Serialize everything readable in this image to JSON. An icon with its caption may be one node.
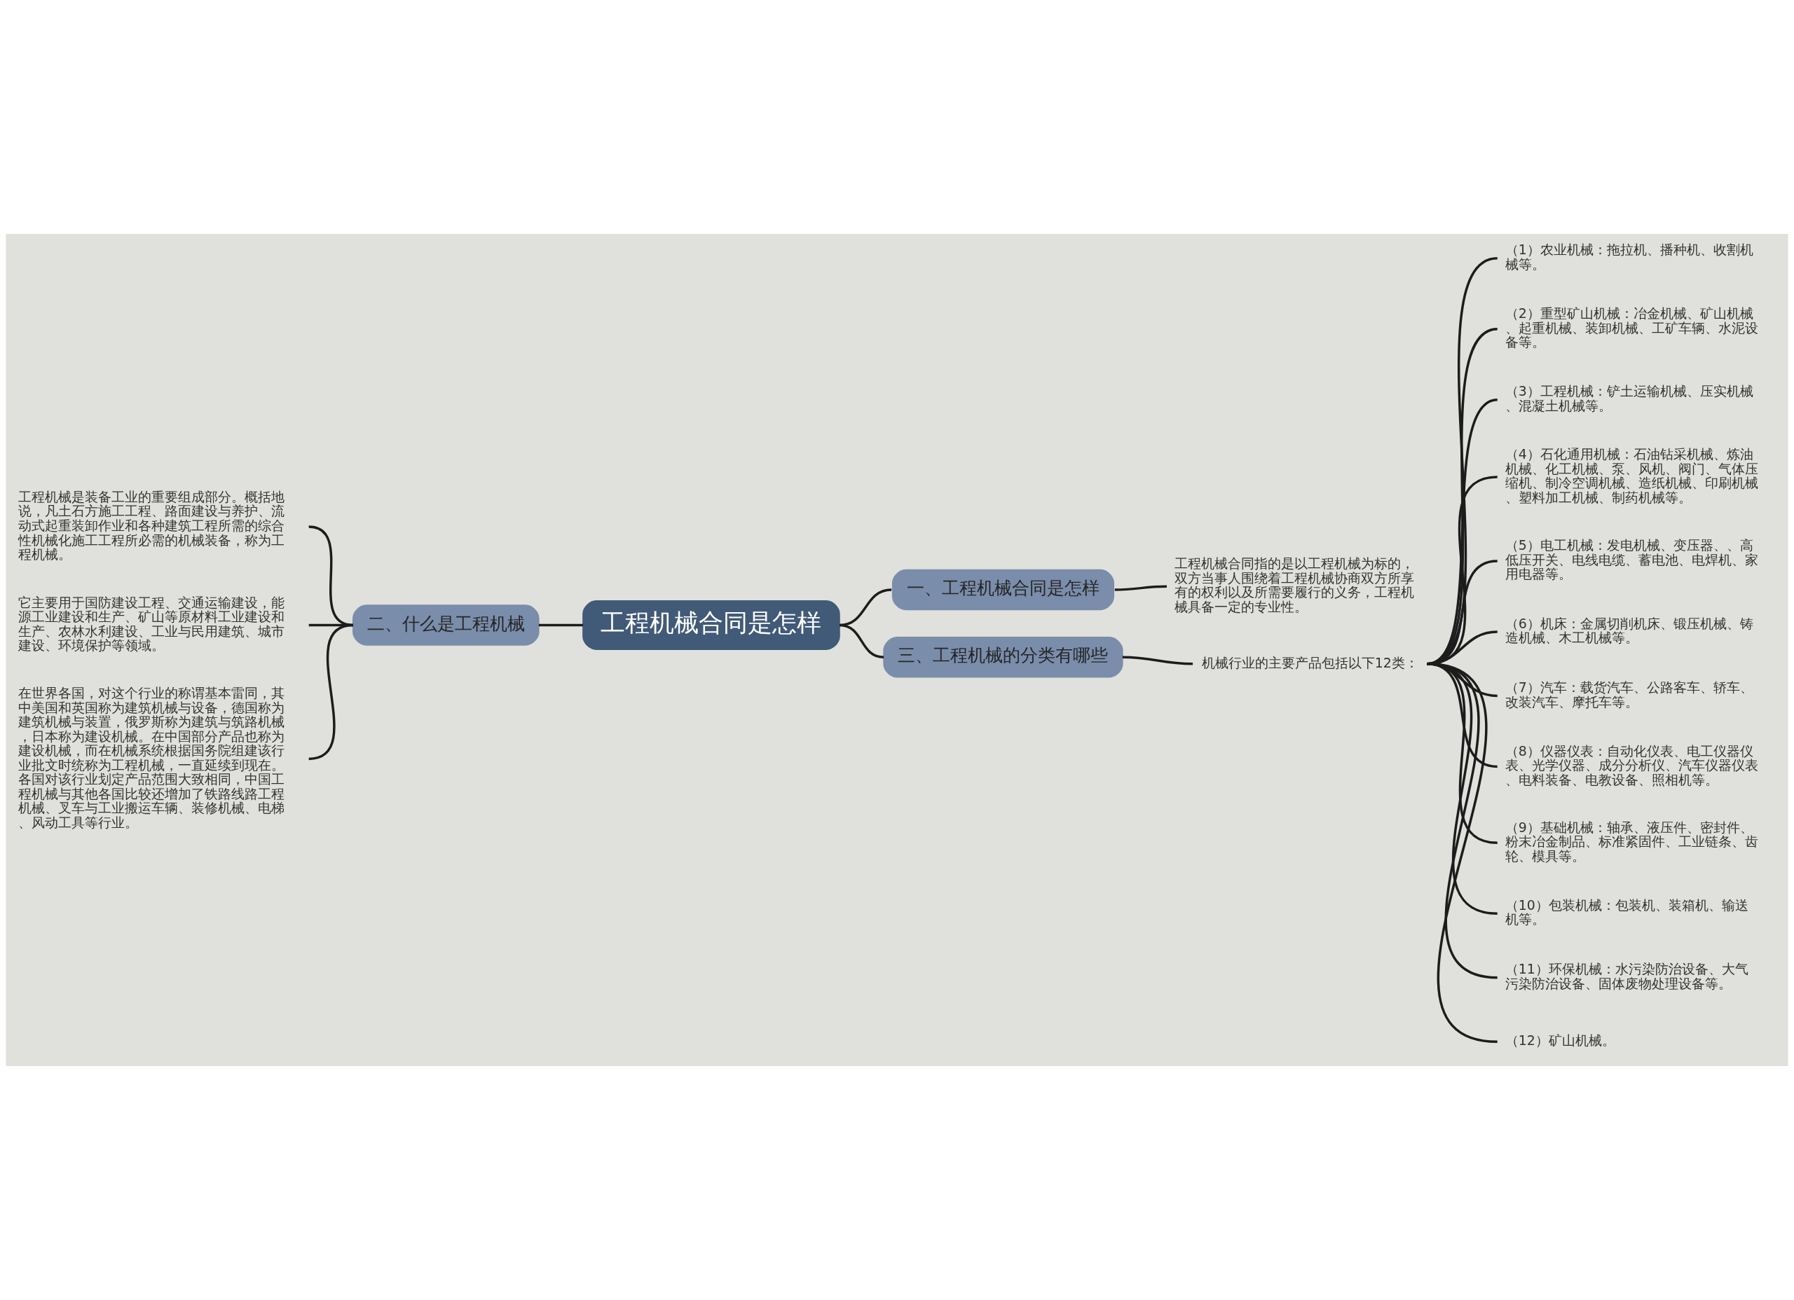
{
  "diagram": {
    "nodes": [
      {
        "text": [
          "工程机械合同是怎样"
        ]
      },
      {
        "text": [
          "一、工程机械合同是怎样"
        ]
      },
      {
        "text": [
          "工程机械合同指的是以工程机械为标的，双方当事人围绕着工程机械协商双方所享有的权利以及所需要履行的义务，工程机械具备一定的专业性。"
        ]
      },
      {
        "text": [
          "二、什么是工程机械"
        ]
      },
      {
        "text": [
          "工程机械是装备工业的重要组成部分。概括地说，凡土石方施工工程、路面建设与养护、流动式起重装卸作业和各种建筑工程所需的综合性机械化施工工程所必需的机械装备，称为工程机械。"
        ]
      },
      {
        "text": [
          "它主要用于国防建设工程、交通运输建设，能源工业建设和生产、矿山等原材料工业建设和生产、农林水利建设、工业与民用建筑、城市建设、环境保护等领域。"
        ]
      },
      {
        "text": [
          "在世界各国，对这个行业的称谓基本雷同，其中美国和英国称为建筑机械与设备，德国称为建筑机械与装置，俄罗斯称为建筑与筑路机械，日本称为建设机械。在中国部分产品也称为建设机械，而在机械系统根据国务院组建该行业批文时统称为工程机械，一直延续到现在。各国对该行业划定产品范围大致相同，中国工程机械与其他各国比较还增加了铁路线路工程机械、叉车与工业搬运车辆、装修机械、电梯、风动工具等行业。"
        ]
      },
      {
        "text": [
          "三、工程机械的分类有哪些"
        ]
      },
      {
        "text": [
          "机械行业的主要产品包括以下12类："
        ]
      },
      {
        "text": [
          "（1）农业机械：拖拉机、播种机、收割机械等。"
        ]
      },
      {
        "text": [
          "（2）重型矿山机械：冶金机械、矿山机械、起重机械、装卸机械、工矿车辆、水泥设备等。"
        ]
      },
      {
        "text": [
          "（3）工程机械：铲土运输机械、压实机械、混凝土机械等。"
        ]
      },
      {
        "text": [
          "（4）石化通用机械：石油钻采机械、炼油机械、化工机械、泵、风机、阀门、气体压缩机、制冷空调机械、造纸机械、印刷机械、塑料加工机械、制药机械等。"
        ]
      },
      {
        "text": [
          "（5）电工机械：发电机械、变压器、、高低压开关、电线电缆、蓄电池、电焊机、家用电器等。"
        ]
      },
      {
        "text": [
          "（6）机床：金属切削机床、锻压机械、铸造机械、木工机械等。"
        ]
      },
      {
        "text": [
          "（7）汽车：载货汽车、公路客车、轿车、改装汽车、摩托车等。"
        ]
      },
      {
        "text": [
          "（8）仪器仪表：自动化仪表、电工仪器仪表、光学仪器、成分分析仪、汽车仪器仪表、电料装备、电教设备、照相机等。"
        ]
      },
      {
        "text": [
          "（9）基础机械：轴承、液压件、密封件、粉末冶金制品、标准紧固件、工业链条、齿轮、模具等。"
        ]
      },
      {
        "text": [
          "（10）包装机械：包装机、装箱机、输送机等。"
        ]
      },
      {
        "text": [
          "（11）环保机械：水污染防治设备、大气污染防治设备、固体废物处理设备等。"
        ]
      },
      {
        "text": [
          "（12）矿山机械。"
        ]
      }
    ],
    "edges": [
      {
        "from": 0,
        "to": 1,
        "arrow": "none"
      },
      {
        "from": 1,
        "to": 2,
        "arrow": "none"
      },
      {
        "from": 0,
        "to": 3,
        "arrow": "none"
      },
      {
        "from": 3,
        "to": 4,
        "arrow": "none"
      },
      {
        "from": 3,
        "to": 5,
        "arrow": "none"
      },
      {
        "from": 3,
        "to": 6,
        "arrow": "none"
      },
      {
        "from": 0,
        "to": 7,
        "arrow": "none"
      },
      {
        "from": 7,
        "to": 8,
        "arrow": "none"
      },
      {
        "from": 8,
        "to": 9,
        "arrow": "none"
      },
      {
        "from": 8,
        "to": 10,
        "arrow": "none"
      },
      {
        "from": 8,
        "to": 11,
        "arrow": "none"
      },
      {
        "from": 8,
        "to": 12,
        "arrow": "none"
      },
      {
        "from": 8,
        "to": 13,
        "arrow": "none"
      },
      {
        "from": 8,
        "to": 14,
        "arrow": "none"
      },
      {
        "from": 8,
        "to": 15,
        "arrow": "none"
      },
      {
        "from": 8,
        "to": 16,
        "arrow": "none"
      },
      {
        "from": 8,
        "to": 17,
        "arrow": "none"
      },
      {
        "from": 8,
        "to": 18,
        "arrow": "none"
      },
      {
        "from": 8,
        "to": 19,
        "arrow": "none"
      },
      {
        "from": 8,
        "to": 20,
        "arrow": "none"
      }
    ]
  }
}
